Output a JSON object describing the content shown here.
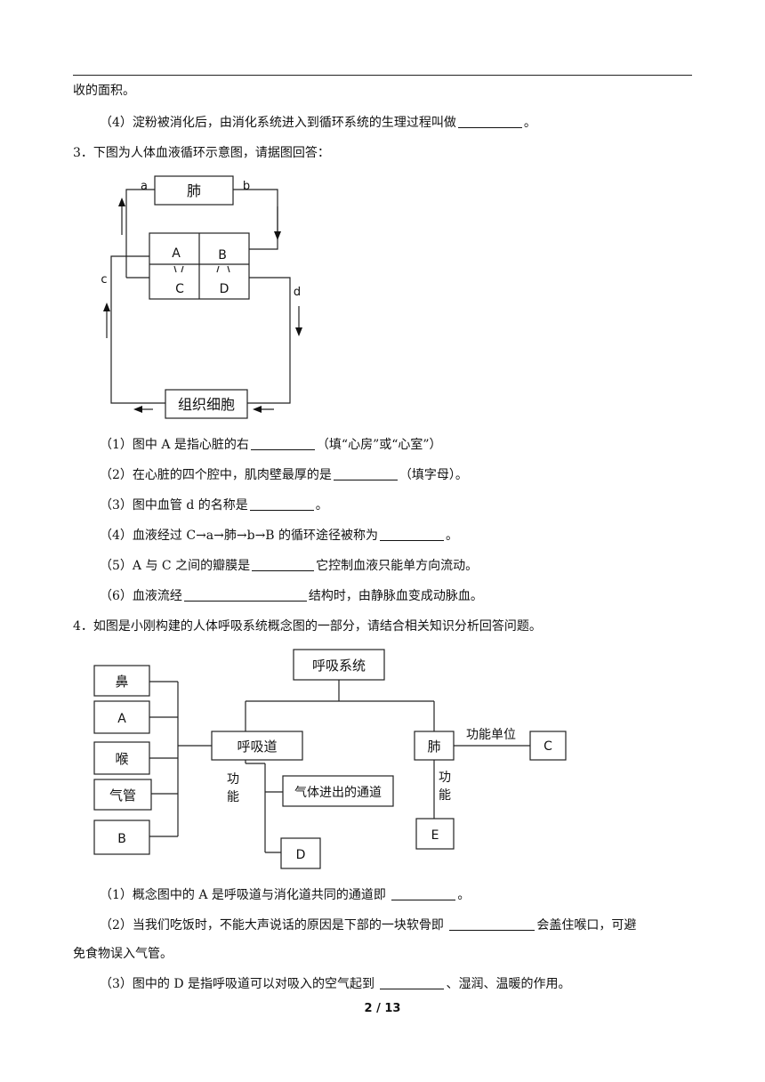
{
  "top_continuation": "收的面积。",
  "q2_4": {
    "before": "（4）淀粉被消化后，由消化系统进入到循环系统的生理过程叫做",
    "after": "。"
  },
  "q3": {
    "stem": "3．下图为人体血液循环示意图，请据图回答：",
    "diagram": {
      "lung": "肺",
      "tissue": "组织细胞",
      "A": "A",
      "B": "B",
      "C": "C",
      "D": "D",
      "a": "a",
      "b": "b",
      "c": "c",
      "d": "d"
    },
    "items": [
      {
        "before": "（1）图中 A 是指心脏的右",
        "after": "（填“心房”或“心室”）"
      },
      {
        "before": "（2）在心脏的四个腔中，肌肉壁最厚的是",
        "after": "（填字母）。"
      },
      {
        "before": "（3）图中血管 d 的名称是",
        "after": "。"
      },
      {
        "before": "（4）血液经过 C→a→肺→b→B 的循环途径被称为",
        "after": "。"
      },
      {
        "before": "（5）A 与 C 之间的瓣膜是",
        "after": "它控制血液只能单方向流动。"
      },
      {
        "before": "（6）血液流经",
        "after": "结构时，由静脉血变成动脉血。"
      }
    ]
  },
  "q4": {
    "stem": "4．如图是小刚构建的人体呼吸系统概念图的一部分，请结合相关知识分析回答问题。",
    "diagram": {
      "root": "呼吸系统",
      "airway": "呼吸道",
      "lung": "肺",
      "func_unit": "功能单位",
      "C": "C",
      "func_left": "功能",
      "func_right": "功能",
      "passage": "气体进出的通道",
      "D": "D",
      "E": "E",
      "parts": [
        "鼻",
        "A",
        "喉",
        "气管",
        "B"
      ]
    },
    "items": [
      {
        "before": "（1）概念图中的 A 是呼吸道与消化道共同的通道即 ",
        "after": "。"
      },
      {
        "before": "（2）当我们吃饭时，不能大声说话的原因是下部的一块软骨即 ",
        "after": "会盖住喉口，可避",
        "cont": "免食物误入气管。"
      },
      {
        "before": "（3）图中的 D 是指呼吸道可以对吸入的空气起到 ",
        "after": "、湿润、温暖的作用。"
      }
    ]
  },
  "footer": {
    "page": "2",
    "sep": " / ",
    "total": "13"
  }
}
